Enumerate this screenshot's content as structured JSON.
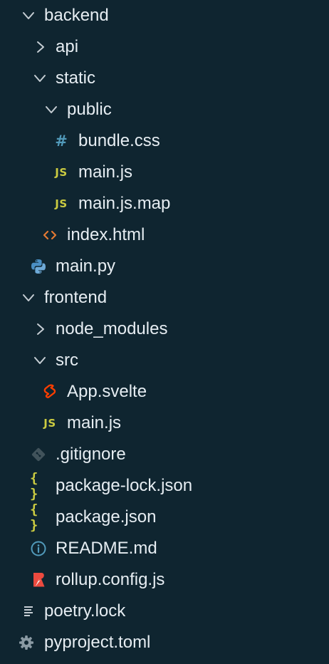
{
  "explorer": {
    "items": [
      {
        "label": "backend",
        "icon": "chevron-down-icon"
      },
      {
        "label": "api",
        "icon": "chevron-right-icon"
      },
      {
        "label": "static",
        "icon": "chevron-down-icon"
      },
      {
        "label": "public",
        "icon": "chevron-down-icon"
      },
      {
        "label": "bundle.css",
        "icon": "css-file-icon"
      },
      {
        "label": "main.js",
        "icon": "js-file-icon"
      },
      {
        "label": "main.js.map",
        "icon": "js-file-icon"
      },
      {
        "label": "index.html",
        "icon": "html-file-icon"
      },
      {
        "label": "main.py",
        "icon": "python-file-icon"
      },
      {
        "label": "frontend",
        "icon": "chevron-down-icon"
      },
      {
        "label": "node_modules",
        "icon": "chevron-right-icon"
      },
      {
        "label": "src",
        "icon": "chevron-down-icon"
      },
      {
        "label": "App.svelte",
        "icon": "svelte-file-icon"
      },
      {
        "label": "main.js",
        "icon": "js-file-icon"
      },
      {
        "label": ".gitignore",
        "icon": "git-file-icon"
      },
      {
        "label": "package-lock.json",
        "icon": "json-file-icon"
      },
      {
        "label": "package.json",
        "icon": "json-file-icon"
      },
      {
        "label": "README.md",
        "icon": "info-file-icon"
      },
      {
        "label": "rollup.config.js",
        "icon": "rollup-file-icon"
      },
      {
        "label": "poetry.lock",
        "icon": "lock-file-icon"
      },
      {
        "label": "pyproject.toml",
        "icon": "gear-file-icon"
      }
    ],
    "badges": {
      "js": "JS",
      "css": "#",
      "json": "{ }"
    },
    "colors": {
      "background": "#0f2530",
      "text": "#e6edf2",
      "chevron": "#c5cdd3",
      "js": "#cbcb41",
      "css": "#519aba",
      "html": "#e37933",
      "svelte": "#ff3e00",
      "rollup": "#ec4a3f",
      "info": "#519aba",
      "git": "#41535b",
      "muted": "#8a9aa3"
    }
  }
}
